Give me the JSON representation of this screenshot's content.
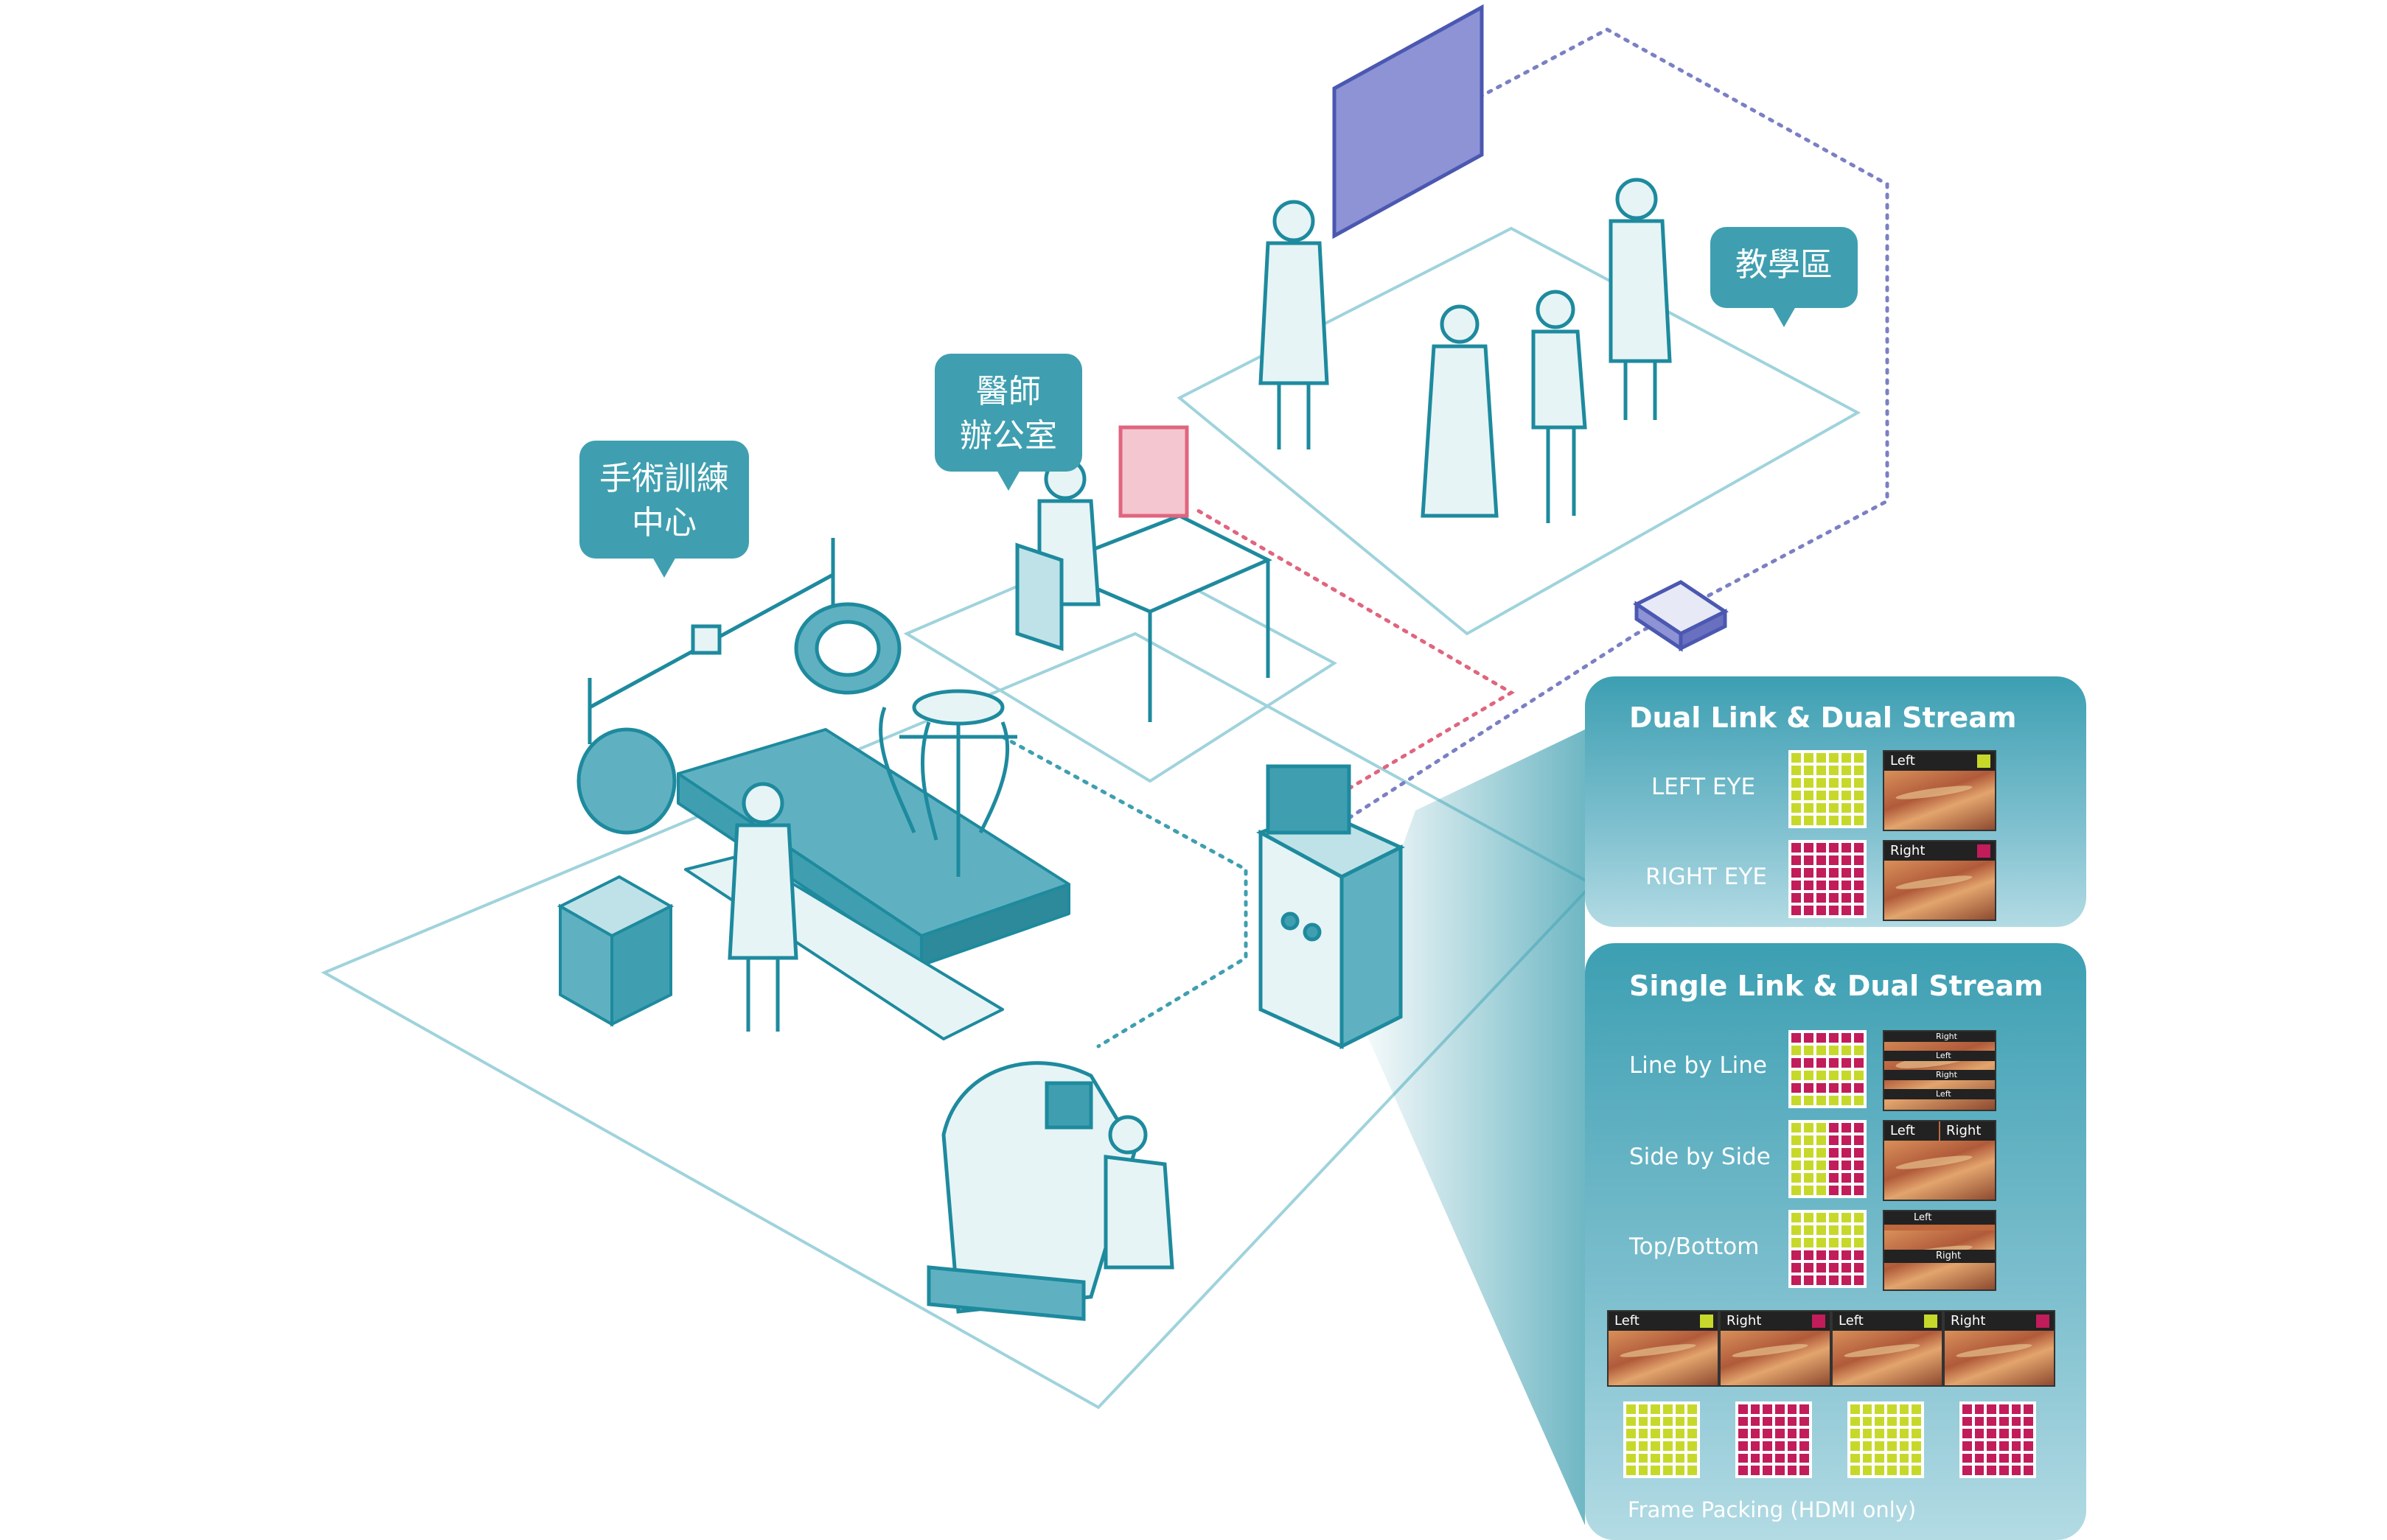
{
  "zones": {
    "training": {
      "line1": "手術訓練",
      "line2": "中心"
    },
    "office": {
      "line1": "醫師",
      "line2": "辦公室"
    },
    "teaching": {
      "line1": "教學區"
    }
  },
  "panel_dual_link": {
    "title": "Dual Link & Dual Stream",
    "left_eye": "LEFT EYE",
    "right_eye": "RIGHT EYE",
    "left_tag": "Left",
    "right_tag": "Right"
  },
  "panel_single_link": {
    "title": "Single Link & Dual Stream",
    "line_by_line": "Line by Line",
    "side_by_side": "Side by Side",
    "top_bottom": "Top/Bottom",
    "left_tag": "Left",
    "right_tag": "Right",
    "frame_packing": "Frame Packing (HDMI only)"
  },
  "colors": {
    "accent": "#3f9fb0",
    "line": "#1e8a9e",
    "left_green": "#c6d92b",
    "right_magenta": "#c21c5a",
    "link_red": "#e0657e",
    "link_purple": "#7b80c4"
  }
}
